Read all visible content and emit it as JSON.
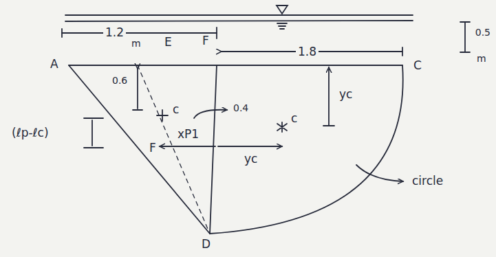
{
  "diagram": {
    "labels": [
      "1.2",
      "m",
      "E",
      "F",
      "1.8",
      "0.5",
      "m",
      "A",
      "C",
      "0.6",
      "c",
      "0.4",
      "xP1",
      "yc",
      "(ℓp-ℓc)",
      "F",
      "yc",
      "c",
      "circle",
      "D"
    ]
  }
}
